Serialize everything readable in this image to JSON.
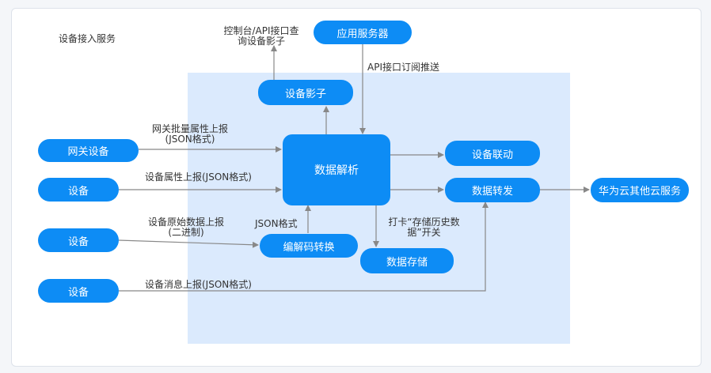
{
  "title": "设备接入服务",
  "nodes": {
    "app_server": "应用服务器",
    "shadow": "设备影子",
    "gateway": "网关设备",
    "device1": "设备",
    "device2": "设备",
    "device3": "设备",
    "parse": "数据解析",
    "codec": "编解码转换",
    "linkage": "设备联动",
    "forward": "数据转发",
    "storage": "数据存储",
    "huawei": "华为云其他云服务"
  },
  "labels": {
    "console_line1": "控制台/API接口查",
    "console_line2": "询设备影子",
    "api_push": "API接口订阅推送",
    "gw_report_line1": "网关批量属性上报",
    "gw_report_line2": "(JSON格式)",
    "prop_report": "设备属性上报(JSON格式)",
    "raw_report_line1": "设备原始数据上报",
    "raw_report_line2": "(二进制)",
    "json_format": "JSON格式",
    "storage_switch_line1": "打卡“存储历史数",
    "storage_switch_line2": "据”开关",
    "msg_report": "设备消息上报(JSON格式)"
  },
  "colors": {
    "node": "#0d8cf5",
    "region": "#dbeafd",
    "arrow": "#888888"
  }
}
